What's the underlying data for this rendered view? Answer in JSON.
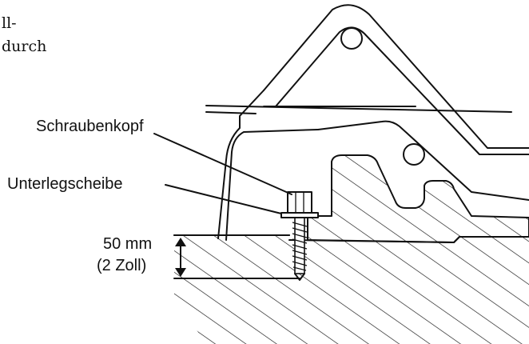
{
  "intro_text": {
    "line1": "ll-",
    "line2": "durch"
  },
  "labels": {
    "screw_head": "Schraubenkopf",
    "washer": "Unterlegscheibe",
    "depth_value": "50 mm",
    "depth_value_alt": "(2 Zoll)"
  }
}
